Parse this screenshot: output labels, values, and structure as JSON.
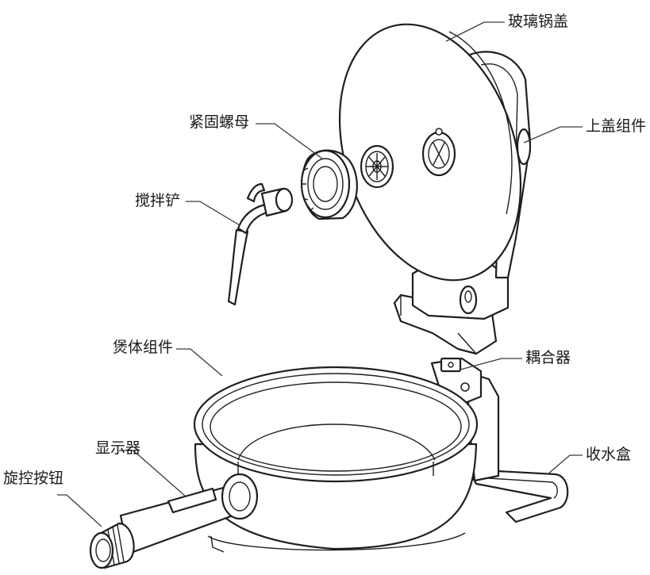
{
  "labels": {
    "glass_lid": "玻璃锅盖",
    "upper_lid_assembly": "上盖组件",
    "fastening_nut": "紧固螺母",
    "stirring_paddle": "搅拌铲",
    "pot_body_assembly": "煲体组件",
    "coupler": "耦合器",
    "display": "显示器",
    "knob": "旋控按钮",
    "water_collector": "收水盒"
  }
}
